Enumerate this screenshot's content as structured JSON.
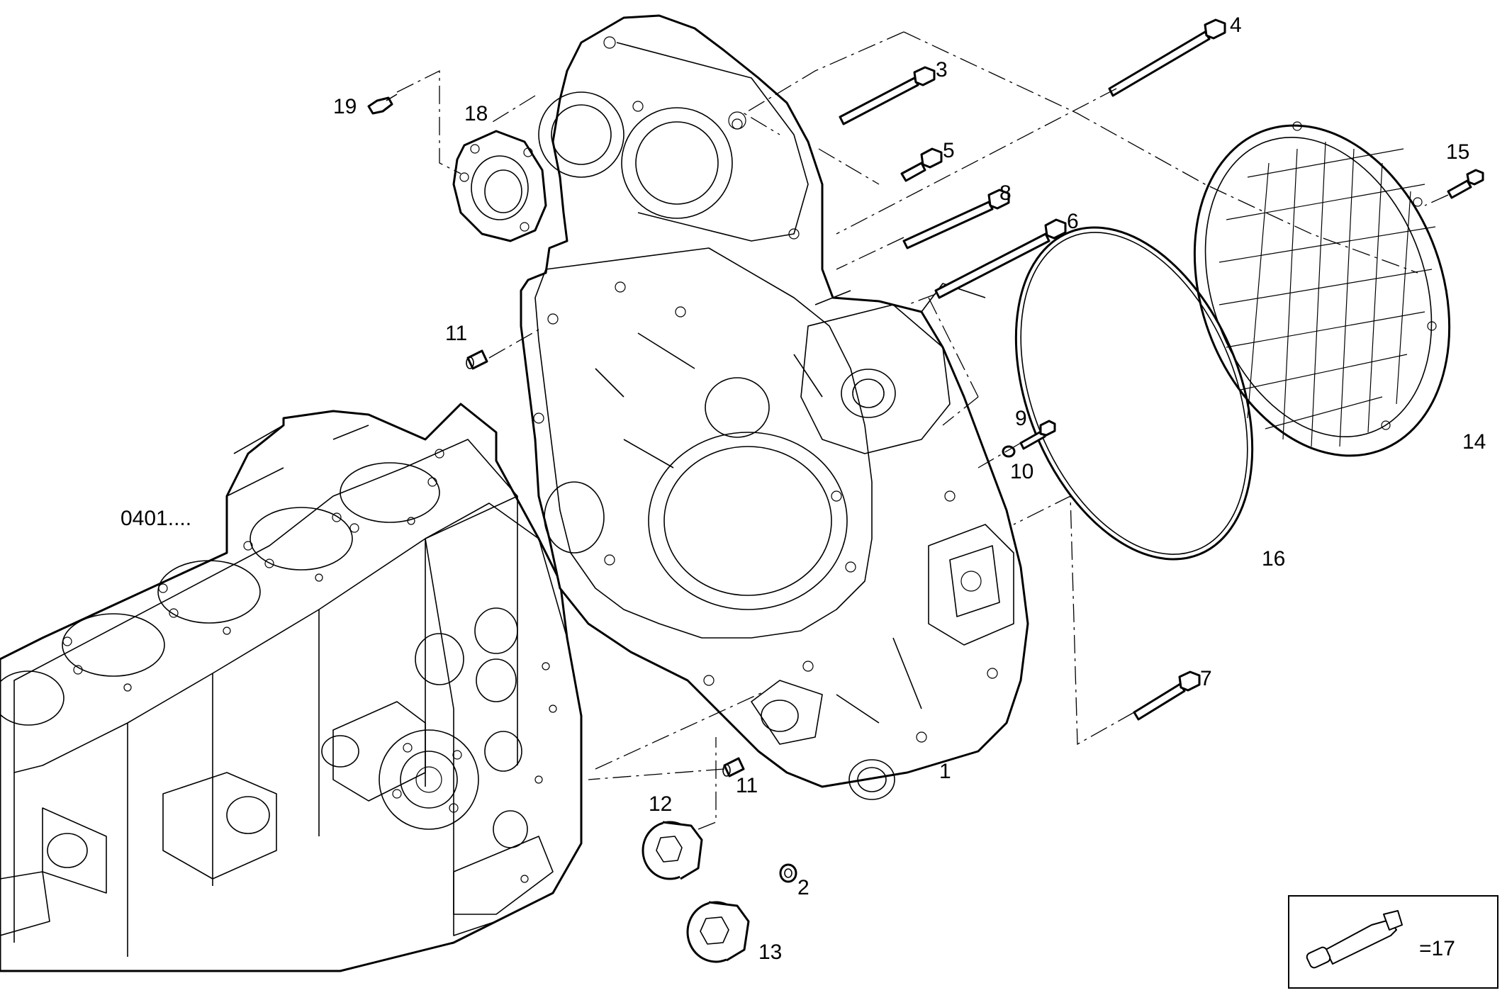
{
  "diagram": {
    "reference_label": "0401....",
    "callouts": [
      {
        "id": "1",
        "label": "1"
      },
      {
        "id": "2",
        "label": "2"
      },
      {
        "id": "3",
        "label": "3"
      },
      {
        "id": "4",
        "label": "4"
      },
      {
        "id": "5",
        "label": "5"
      },
      {
        "id": "6",
        "label": "6"
      },
      {
        "id": "7",
        "label": "7"
      },
      {
        "id": "8",
        "label": "8"
      },
      {
        "id": "9",
        "label": "9"
      },
      {
        "id": "10",
        "label": "10"
      },
      {
        "id": "11a",
        "label": "11"
      },
      {
        "id": "11b",
        "label": "11"
      },
      {
        "id": "12",
        "label": "12"
      },
      {
        "id": "13",
        "label": "13"
      },
      {
        "id": "14",
        "label": "14"
      },
      {
        "id": "15",
        "label": "15"
      },
      {
        "id": "16",
        "label": "16"
      },
      {
        "id": "18",
        "label": "18"
      },
      {
        "id": "19",
        "label": "19"
      }
    ],
    "legend": {
      "label": "=17",
      "icon": "sealant-tube-icon"
    }
  }
}
